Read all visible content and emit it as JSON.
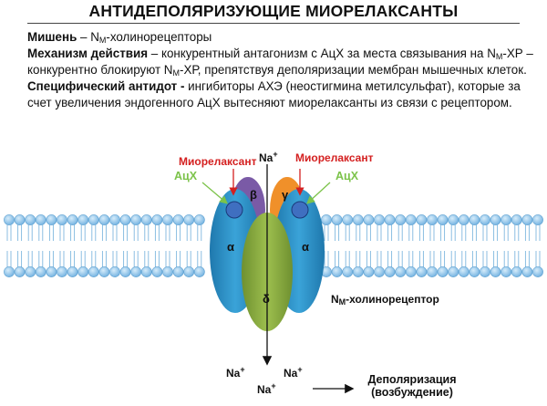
{
  "title": "АНТИДЕПОЛЯРИЗУЮЩИЕ МИОРЕЛАКСАНТЫ",
  "target": {
    "label": "Мишень",
    "text_pre": " – N",
    "sub": "М",
    "text_post": "-холинорецепторы"
  },
  "mechanism": {
    "label": "Механизм действия",
    "text1": " – конкурентный антагонизм с АцХ за места связывания на N",
    "sub1": "М",
    "text2": "-ХР – конкурентно блокируют N",
    "sub2": "М",
    "text3": "-ХР, препятствуя деполяризации мембран мышечных клеток."
  },
  "antidote": {
    "label": "Специфический антидот -",
    "text": "  ингибиторы АХЭ (неостигмина метилсульфат), которые за счет увеличения эндогенного АцХ вытесняют миорелаксанты из связи с рецептором."
  },
  "diagram": {
    "relaxant_left": "Миорелаксант",
    "relaxant_right": "Миорелаксант",
    "ach_left": "АцХ",
    "ach_right": "АцХ",
    "ion_top": "Na",
    "ion_sup": "+",
    "ion_bl": "Na",
    "ion_br": "Na",
    "ion_bottom": "Na",
    "subunit_alpha": "α",
    "subunit_beta": "β",
    "subunit_gamma": "γ",
    "subunit_delta": "δ",
    "receptor_pre": "N",
    "receptor_sub": "М",
    "receptor_post": "-холинорецептор",
    "depol_line1": "Деполяризация",
    "depol_line2": "(возбуждение)",
    "colors": {
      "membrane_head": "#8dc3ea",
      "alpha": "#2f93c8",
      "beta": "#7a5aa6",
      "gamma": "#f0902a",
      "delta": "#86a83c",
      "site": "#3f6fc0",
      "red_label": "#d42020",
      "green_label": "#7cc34a"
    }
  }
}
